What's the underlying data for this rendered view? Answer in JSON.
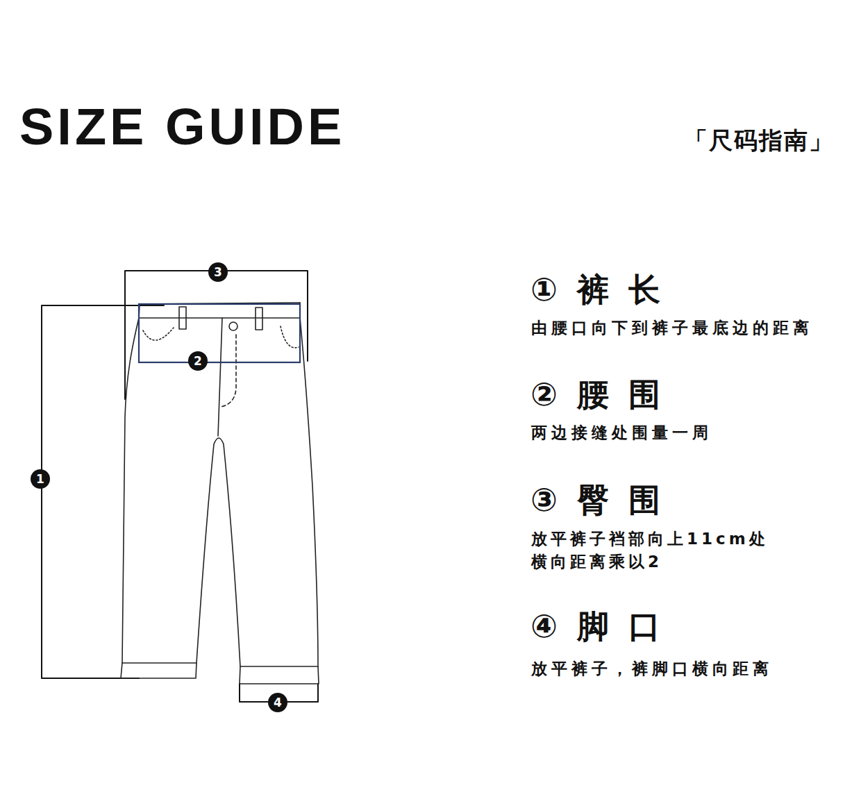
{
  "diagram": {
    "title": "SIZE GUIDE",
    "nodes": [
      {
        "text": [
          "3"
        ]
      },
      {
        "text": [
          "2"
        ]
      },
      {
        "text": [
          "1"
        ]
      },
      {
        "text": [
          "4"
        ]
      }
    ],
    "labels": [
      "「尺码指南」",
      "① 裤 长",
      "由腰口向下到裤子最底边的距离",
      "② 腰 围",
      "两边接缝处围量一周",
      "③ 臀 围",
      "放平裤子裆部向上11cm处 横向距离乘以2",
      "④ 脚 口",
      "放平裤子，裤脚口横向距离"
    ]
  }
}
